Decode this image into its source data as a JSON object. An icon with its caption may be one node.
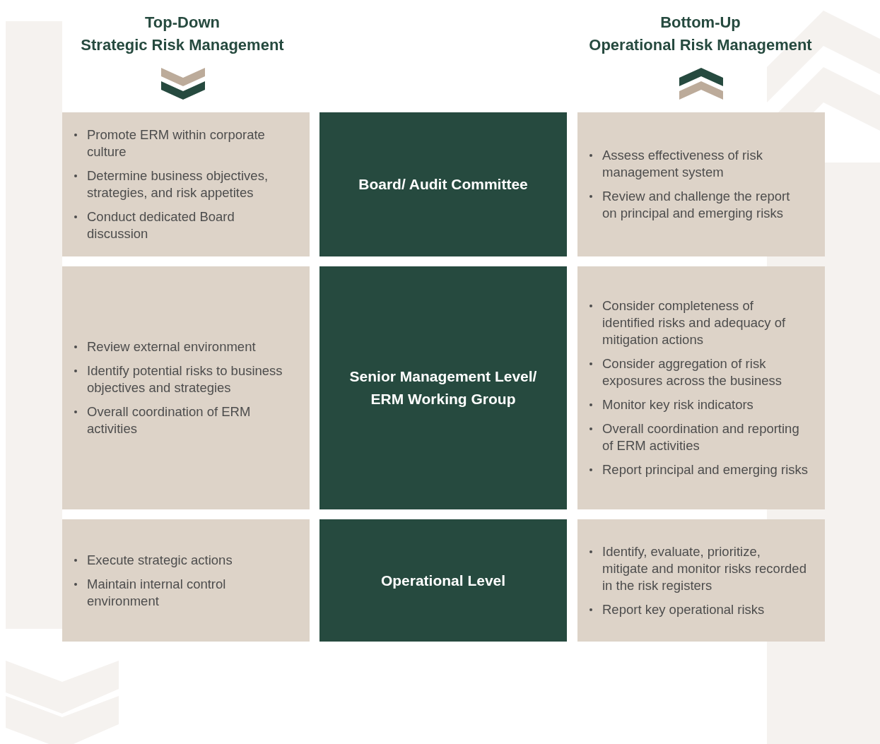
{
  "diagram": {
    "nodes": [
      {
        "text": [
          "Promote ERM within corporate culture",
          "Determine business objectives, strategies, and risk appetites",
          "Conduct dedicated Board discussion"
        ]
      },
      {
        "text": [
          "Board/ Audit Committee"
        ]
      },
      {
        "text": [
          "Assess effectiveness of risk management system",
          "Review and challenge the report on principal and emerging risks"
        ]
      },
      {
        "text": [
          "Review external environment",
          "Identify potential risks to business objectives and strategies",
          "Overall coordination of ERM activities"
        ]
      },
      {
        "text": [
          "Senior Management Level/ ERM Working Group"
        ]
      },
      {
        "text": [
          "Consider completeness of identified risks and adequacy of mitigation actions",
          "Consider aggregation of risk exposures across the business",
          "Monitor key risk indicators",
          "Overall coordination and reporting of ERM activities",
          "Report principal and emerging risks"
        ]
      },
      {
        "text": [
          "Execute strategic actions",
          "Maintain internal control environment"
        ]
      },
      {
        "text": [
          "Operational Level"
        ]
      },
      {
        "text": [
          "Identify, evaluate, prioritize, mitigate and monitor risks recorded in the risk registers",
          "Report key operational risks"
        ]
      }
    ],
    "labels": [
      "Top-Down",
      "Strategic Risk Management",
      "Bottom-Up",
      "Operational Risk Management"
    ]
  }
}
